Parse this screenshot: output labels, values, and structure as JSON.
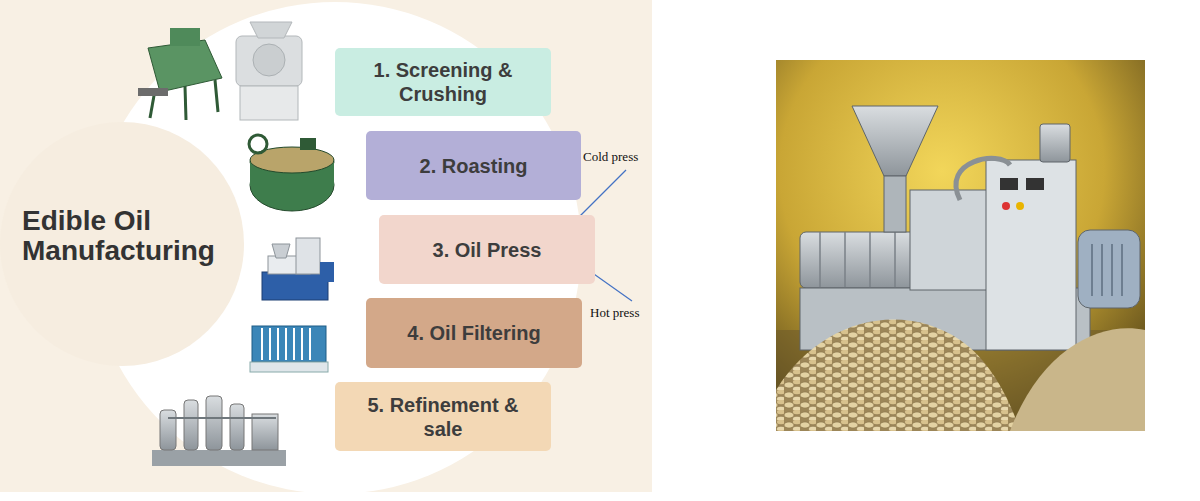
{
  "diagram": {
    "title": "Edible Oil Manufacturing",
    "nodes": [
      {
        "text": [
          "1. Screening & Crushing"
        ]
      },
      {
        "text": [
          "2. Roasting"
        ]
      },
      {
        "text": [
          "3. Oil Press"
        ]
      },
      {
        "text": [
          "4. Oil Filtering"
        ]
      },
      {
        "text": [
          "5. Refinement & sale"
        ]
      }
    ],
    "labels": [
      "Cold press",
      "Hot press"
    ]
  }
}
